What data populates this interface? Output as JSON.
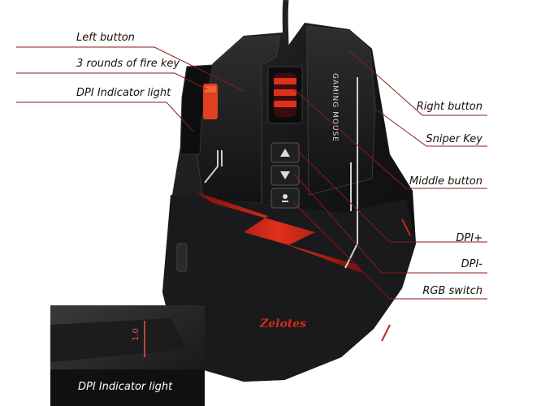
{
  "colors": {
    "accent": "#8b1a1a",
    "mouse_body": "#1b1b1d",
    "highlight_red": "#e03a1e"
  },
  "brand_text": "Zelotes",
  "side_text": "GAMING MOUSE",
  "inset": {
    "label": "DPI Indicator light",
    "dpi_readout": "1.0"
  },
  "callouts": {
    "left_button": "Left button",
    "fire_key": "3 rounds of fire key",
    "dpi_light": "DPI Indicator light",
    "right_button": "Right button",
    "sniper_key": "Sniper Key",
    "middle_button": "Middle button",
    "dpi_plus": "DPI+",
    "dpi_minus": "DPI-",
    "rgb_switch": "RGB switch"
  }
}
